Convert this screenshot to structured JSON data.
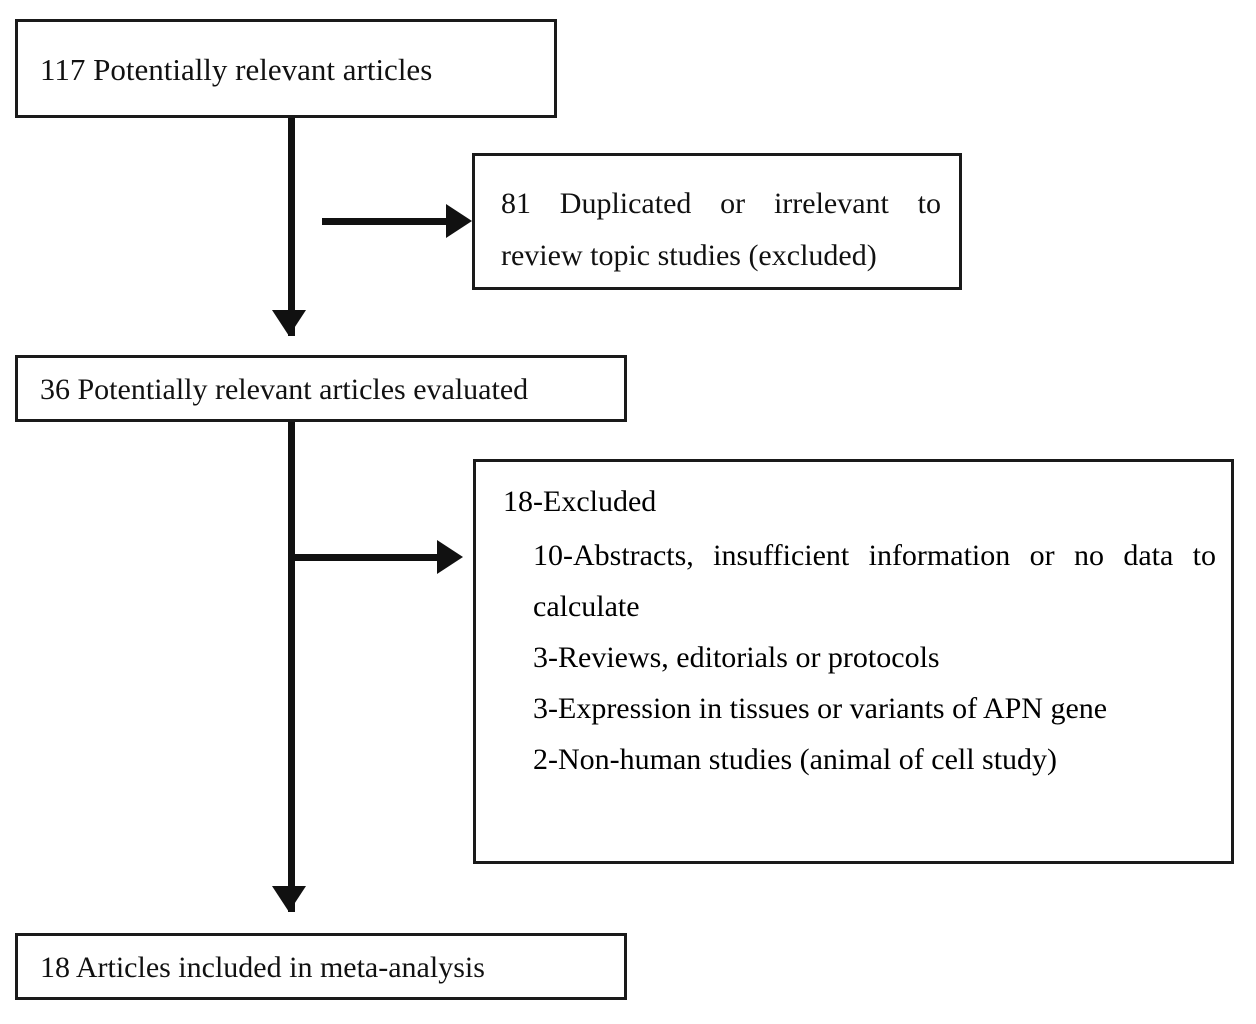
{
  "figure": {
    "type": "flow-diagram",
    "title": "Study selection flow diagram"
  },
  "nodes": {
    "identified": {
      "id": "identified",
      "count": 117,
      "text": "117 Potentially relevant articles"
    },
    "duplicates_excluded": {
      "id": "duplicates_excluded",
      "count": 81,
      "text": "81 Duplicated or irrelevant to review topic studies (excluded)"
    },
    "screened": {
      "id": "screened",
      "count": 36,
      "text": "36 Potentially relevant articles evaluated"
    },
    "exclusions": {
      "id": "exclusions",
      "count": 18,
      "heading": "18-Excluded",
      "items": [
        "10-Abstracts, insufficient information or no data to calculate",
        "3-Reviews, editorials or protocols",
        "3-Expression in tissues or variants of APN gene",
        "2-Non-human studies (animal of cell study)"
      ]
    },
    "included": {
      "id": "included",
      "count": 18,
      "text": "18 Articles included in meta-analysis"
    }
  },
  "edges": [
    {
      "id": "identified-to-screened",
      "from": "identified",
      "to": "screened",
      "direction": "down",
      "arrowhead": true
    },
    {
      "id": "identified-to-duplicates",
      "from": "identified",
      "to": "duplicates_excluded",
      "direction": "right",
      "arrowhead": true
    },
    {
      "id": "screened-to-exclusions",
      "from": "screened",
      "to": "exclusions",
      "direction": "right",
      "arrowhead": true
    },
    {
      "id": "screened-to-included",
      "from": "screened",
      "to": "included",
      "direction": "down",
      "arrowhead": true
    }
  ],
  "style": {
    "background": "#ffffff",
    "box_border": "#1a1a1a",
    "line_color": "#111111",
    "text_color": "#111111"
  }
}
